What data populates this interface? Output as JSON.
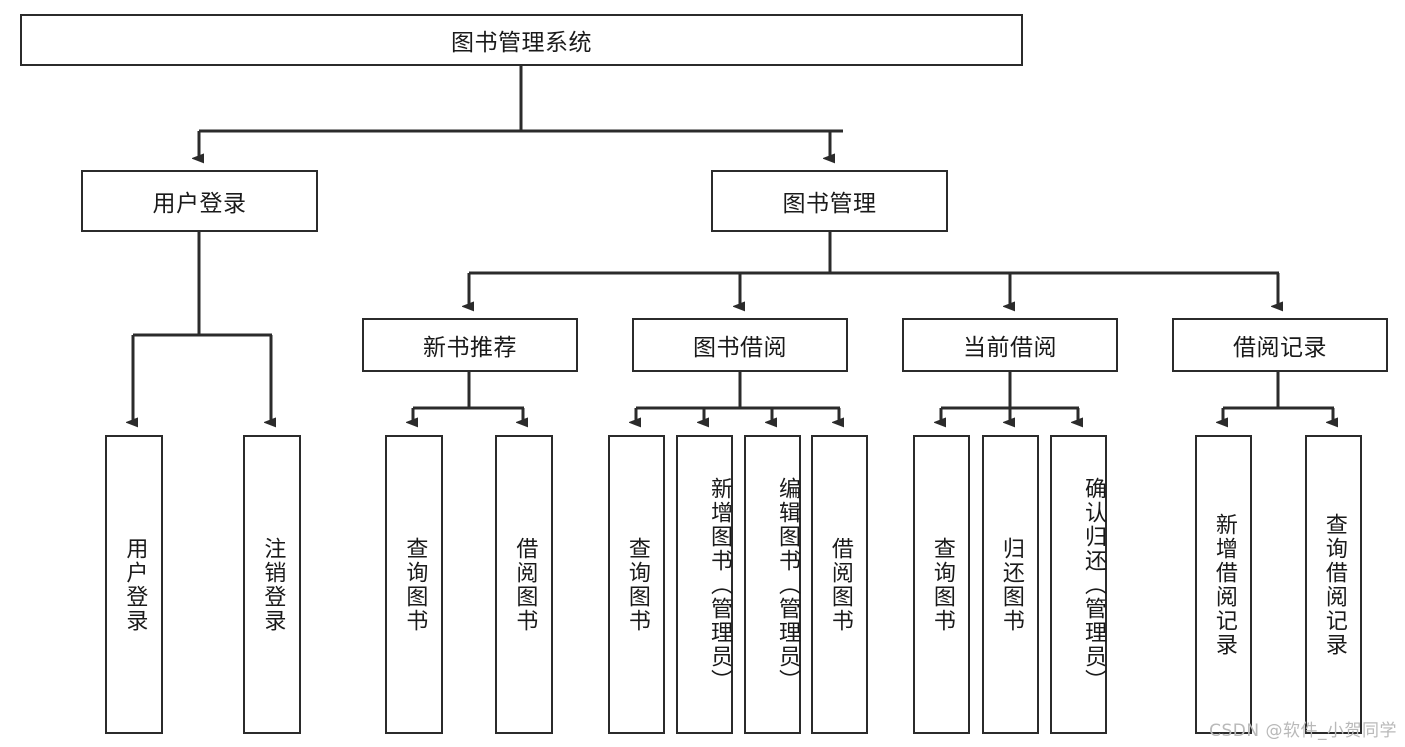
{
  "diagram": {
    "type": "tree-hierarchy",
    "title": "图书管理系统",
    "watermark": "CSDN @软件_小贺同学",
    "colors": {
      "stroke": "#2b2b2b",
      "fill": "#ffffff",
      "text": "#1a1a1a",
      "watermark": "#b9b9b9"
    },
    "nodes": {
      "root": {
        "label": "图书管理系统",
        "orientation": "horizontal"
      },
      "l2": [
        {
          "id": "user-login",
          "label": "用户登录",
          "orientation": "horizontal"
        },
        {
          "id": "book-manage",
          "label": "图书管理",
          "orientation": "horizontal"
        }
      ],
      "l3": [
        {
          "id": "new-book-recommend",
          "label": "新书推荐",
          "orientation": "horizontal"
        },
        {
          "id": "book-borrow",
          "label": "图书借阅",
          "orientation": "horizontal"
        },
        {
          "id": "current-borrow",
          "label": "当前借阅",
          "orientation": "horizontal"
        },
        {
          "id": "borrow-record",
          "label": "借阅记录",
          "orientation": "horizontal"
        }
      ],
      "leaves": [
        {
          "id": "leaf-user-login",
          "label": "用户登录",
          "parent": "user-login",
          "orientation": "vertical"
        },
        {
          "id": "leaf-logout-login",
          "label": "注销登录",
          "parent": "user-login",
          "orientation": "vertical"
        },
        {
          "id": "leaf-query-book-1",
          "label": "查询图书",
          "parent": "new-book-recommend",
          "orientation": "vertical"
        },
        {
          "id": "leaf-borrow-book-1",
          "label": "借阅图书",
          "parent": "new-book-recommend",
          "orientation": "vertical"
        },
        {
          "id": "leaf-query-book-2",
          "label": "查询图书",
          "parent": "book-borrow",
          "orientation": "vertical"
        },
        {
          "id": "leaf-add-book",
          "label": "新增图书（管理员）",
          "parent": "book-borrow",
          "orientation": "vertical"
        },
        {
          "id": "leaf-edit-book",
          "label": "编辑图书（管理员）",
          "parent": "book-borrow",
          "orientation": "vertical"
        },
        {
          "id": "leaf-borrow-book-2",
          "label": "借阅图书",
          "parent": "book-borrow",
          "orientation": "vertical"
        },
        {
          "id": "leaf-query-book-3",
          "label": "查询图书",
          "parent": "current-borrow",
          "orientation": "vertical"
        },
        {
          "id": "leaf-return-book",
          "label": "归还图书",
          "parent": "current-borrow",
          "orientation": "vertical"
        },
        {
          "id": "leaf-confirm-return",
          "label": "确认归还（管理员）",
          "parent": "current-borrow",
          "orientation": "vertical"
        },
        {
          "id": "leaf-add-record",
          "label": "新增借阅记录",
          "parent": "borrow-record",
          "orientation": "vertical"
        },
        {
          "id": "leaf-query-record",
          "label": "查询借阅记录",
          "parent": "borrow-record",
          "orientation": "vertical"
        }
      ]
    }
  }
}
